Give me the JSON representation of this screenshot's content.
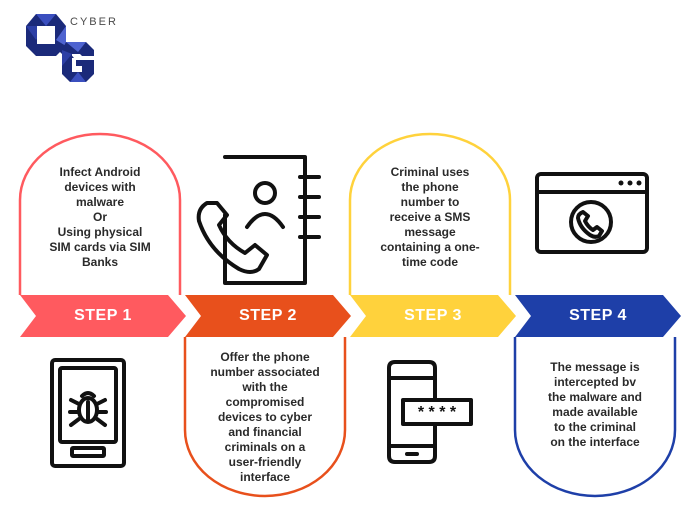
{
  "brand": {
    "name": "CYBER"
  },
  "colors": {
    "step1": "#ff5a5f",
    "step2": "#e8501c",
    "step3": "#ffd23c",
    "step4": "#1e3fa8",
    "logo_dark": "#1b2a7a",
    "logo_mid": "#3b4fbf",
    "text": "#2a2a2a"
  },
  "steps": [
    {
      "label": "STEP 1",
      "description": "Infect Android\ndevices with\nmalware\nOr\nUsing physical\nSIM cards via SIM\nBanks",
      "icon": "bug-phone-icon"
    },
    {
      "label": "STEP 2",
      "description": "Offer the phone\nnumber associated\nwith the\ncompromised\ndevices to cyber\nand financial\ncriminals on a\nuser-friendly\ninterface",
      "icon": "contacts-phone-icon"
    },
    {
      "label": "STEP 3",
      "description": "Criminal uses\nthe phone\nnumber to\nreceive a SMS\nmessage\ncontaining a one-\ntime code",
      "icon": "password-phone-icon"
    },
    {
      "label": "STEP 4",
      "description": "The message is\nintercepted bv\nthe malware and\nmade available\nto the criminal\non the interface",
      "icon": "browser-call-icon"
    }
  ],
  "otp_mask": "* * * *"
}
